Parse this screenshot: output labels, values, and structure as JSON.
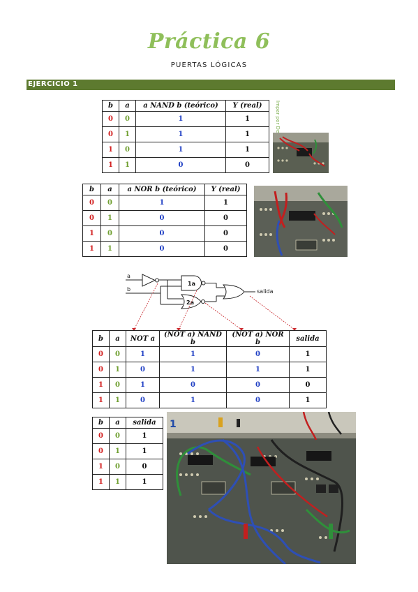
{
  "header": {
    "title": "Práctica 6",
    "subtitle": "PUERTAS LÓGICAS"
  },
  "section": {
    "label": "EJERCICIO 1"
  },
  "table_nand": {
    "headers": [
      "b",
      "a",
      "a NAND b (teórico)",
      "Y (real)"
    ],
    "rows": [
      [
        "0",
        "0",
        "1",
        "1"
      ],
      [
        "0",
        "1",
        "1",
        "1"
      ],
      [
        "1",
        "0",
        "1",
        "1"
      ],
      [
        "1",
        "1",
        "0",
        "0"
      ]
    ]
  },
  "table_nor": {
    "headers": [
      "b",
      "a",
      "a NOR b (teórico)",
      "Y (real)"
    ],
    "rows": [
      [
        "0",
        "0",
        "1",
        "1"
      ],
      [
        "0",
        "1",
        "0",
        "0"
      ],
      [
        "1",
        "0",
        "0",
        "0"
      ],
      [
        "1",
        "1",
        "0",
        "0"
      ]
    ]
  },
  "side_note": "Impar por Detectado",
  "circuit": {
    "input_a": "a",
    "input_b": "b",
    "gate1": "1a",
    "gate2": "2a",
    "output": "salida"
  },
  "table_combined": {
    "headers": [
      "b",
      "a",
      "NOT a",
      "(NOT a) NAND b",
      "(NOT a) NOR b",
      "salida"
    ],
    "rows": [
      [
        "0",
        "0",
        "1",
        "1",
        "0",
        "1"
      ],
      [
        "0",
        "1",
        "0",
        "1",
        "1",
        "1"
      ],
      [
        "1",
        "0",
        "1",
        "0",
        "0",
        "0"
      ],
      [
        "1",
        "1",
        "0",
        "1",
        "0",
        "1"
      ]
    ]
  },
  "table_output": {
    "headers": [
      "b",
      "a",
      "salida"
    ],
    "rows": [
      [
        "0",
        "0",
        "1"
      ],
      [
        "0",
        "1",
        "1"
      ],
      [
        "1",
        "0",
        "0"
      ],
      [
        "1",
        "1",
        "1"
      ]
    ]
  },
  "photo_label": "1",
  "colors": {
    "title": "#8fbf5a",
    "section": "#5d7a2f",
    "red": "#d21f1f",
    "green": "#6e9e2e",
    "blue": "#1f3fc4"
  }
}
